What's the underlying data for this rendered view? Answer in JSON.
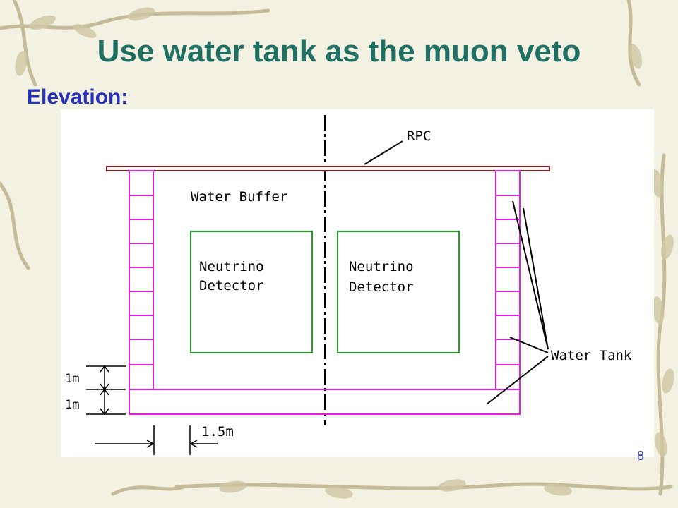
{
  "slide": {
    "title": "Use water tank as the muon veto",
    "subtitle": "Elevation:",
    "page_number": "8"
  },
  "diagram": {
    "labels": {
      "rpc": "RPC",
      "water_buffer": "Water Buffer",
      "detector_left_line1": "Neutrino",
      "detector_left_line2": "Detector",
      "detector_right_line1": "Neutrino",
      "detector_right_line2": "Detector",
      "water_tank": "Water Tank",
      "dim_top": "1m",
      "dim_bottom": "1m",
      "dim_horizontal": "1.5m"
    },
    "colors": {
      "tank": "#e020e0",
      "detector": "#20a020",
      "rpc": "#8b1a1a",
      "lines": "#000000"
    }
  },
  "decor": {
    "vine": "#b9b08a"
  }
}
